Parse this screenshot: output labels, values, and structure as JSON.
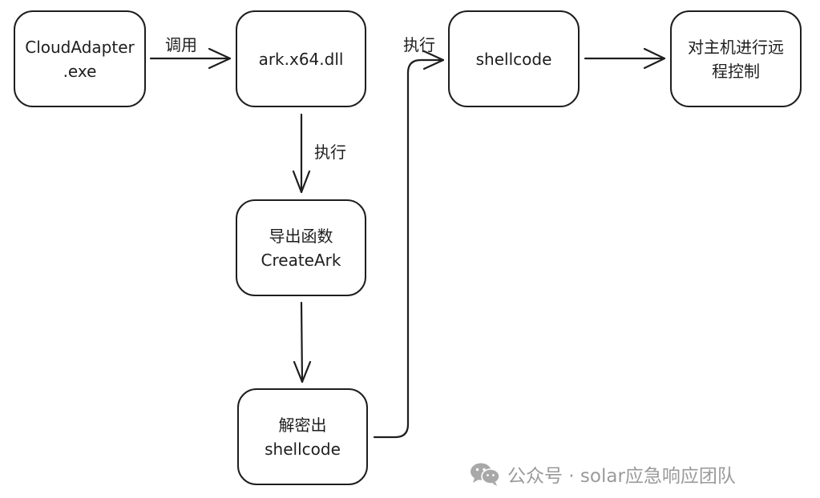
{
  "nodes": {
    "cloudadapter": {
      "line1": "CloudAdapter",
      "line2": ".exe"
    },
    "ark_dll": {
      "line1": "ark.x64.dll"
    },
    "export_fn": {
      "line1": "导出函数",
      "line2": "CreateArk"
    },
    "decrypt": {
      "line1": "解密出",
      "line2": "shellcode"
    },
    "shellcode": {
      "line1": "shellcode"
    },
    "remote_control": {
      "line1": "对主机进行远",
      "line2": "程控制"
    }
  },
  "edges": {
    "call_label": "调用",
    "execute_label_1": "执行",
    "execute_label_2": "执行"
  },
  "watermark": {
    "text": "公众号 · solar应急响应团队",
    "icon": "wechat-icon",
    "color": "#9a9a9a"
  }
}
